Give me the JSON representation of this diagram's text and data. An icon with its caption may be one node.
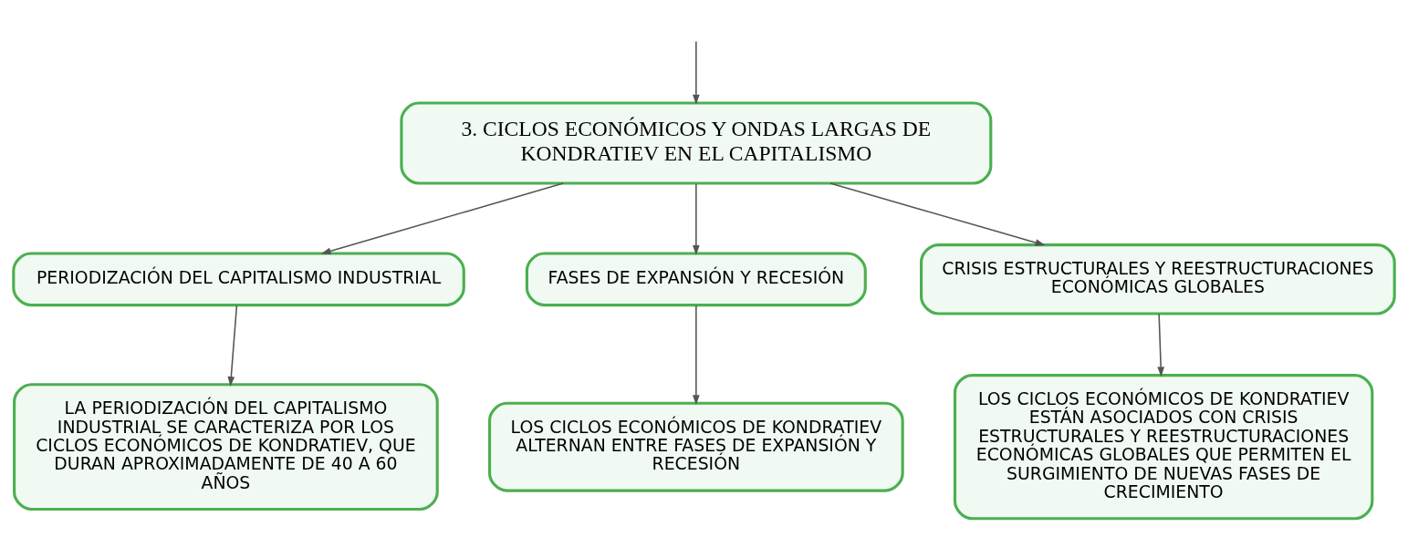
{
  "diagram": {
    "nodes": [
      {
        "text": [
          "3. CICLOS ECONÓMICOS Y ONDAS LARGAS DE KONDRATIEV EN EL CAPITALISMO"
        ]
      },
      {
        "text": [
          "PERIODIZACIÓN DEL CAPITALISMO INDUSTRIAL"
        ]
      },
      {
        "text": [
          "FASES DE EXPANSIÓN Y RECESIÓN"
        ]
      },
      {
        "text": [
          "CRISIS ESTRUCTURALES Y REESTRUCTURACIONES ECONÓMICAS GLOBALES"
        ]
      },
      {
        "text": [
          "LA PERIODIZACIÓN DEL CAPITALISMO INDUSTRIAL SE CARACTERIZA POR LOS CICLOS ECONÓMICOS DE KONDRATIEV, QUE DURAN APROXIMADAMENTE DE 40 A 60 AÑOS"
        ]
      },
      {
        "text": [
          "LOS CICLOS ECONÓMICOS DE KONDRATIEV ALTERNAN ENTRE FASES DE EXPANSIÓN Y RECESIÓN"
        ]
      },
      {
        "text": [
          "LOS CICLOS ECONÓMICOS DE KONDRATIEV ESTÁN ASOCIADOS CON CRISIS ESTRUCTURALES Y REESTRUCTURACIONES ECONÓMICAS GLOBALES QUE PERMITEN EL SURGIMIENTO DE NUEVAS FASES DE CRECIMIENTO"
        ]
      }
    ],
    "edges": [
      {
        "from": null,
        "to": 0,
        "arrow": "to"
      },
      {
        "from": 0,
        "to": 1,
        "arrow": "to"
      },
      {
        "from": 0,
        "to": 2,
        "arrow": "to"
      },
      {
        "from": 0,
        "to": 3,
        "arrow": "to"
      },
      {
        "from": 1,
        "to": 4,
        "arrow": "to"
      },
      {
        "from": 2,
        "to": 5,
        "arrow": "to"
      },
      {
        "from": 3,
        "to": 6,
        "arrow": "to"
      }
    ]
  }
}
